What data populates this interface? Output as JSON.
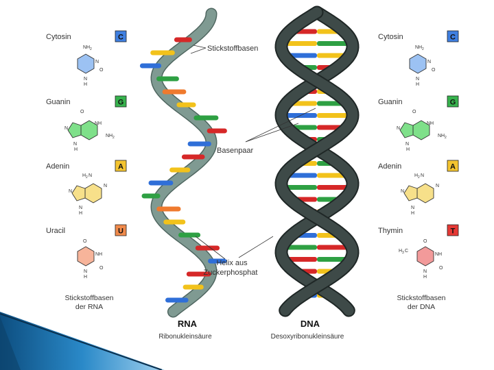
{
  "left_column": {
    "bases": [
      {
        "name": "Cytosin",
        "letter": "C",
        "color": "#3f7fe0",
        "atoms": [
          "NH",
          "2",
          "N",
          "O",
          "N",
          "H"
        ]
      },
      {
        "name": "Guanin",
        "letter": "G",
        "color": "#37b24d",
        "atoms": [
          "O",
          "NH",
          "NH",
          "2",
          "N",
          "N",
          "H"
        ]
      },
      {
        "name": "Adenin",
        "letter": "A",
        "color": "#f4c430",
        "atoms": [
          "H",
          "2",
          "N",
          "N",
          "N",
          "N",
          "H"
        ]
      },
      {
        "name": "Uracil",
        "letter": "U",
        "color": "#f08a4b",
        "atoms": [
          "O",
          "NH",
          "O",
          "N",
          "H"
        ]
      }
    ],
    "footer_line1": "Stickstoffbasen",
    "footer_line2": "der RNA"
  },
  "right_column": {
    "bases": [
      {
        "name": "Cytosin",
        "letter": "C",
        "color": "#3f7fe0",
        "atoms": [
          "NH",
          "2",
          "N",
          "O",
          "N",
          "H"
        ]
      },
      {
        "name": "Guanin",
        "letter": "G",
        "color": "#37b24d",
        "atoms": [
          "O",
          "NH",
          "NH",
          "2",
          "N",
          "N",
          "H"
        ]
      },
      {
        "name": "Adenin",
        "letter": "A",
        "color": "#f4c430",
        "atoms": [
          "H",
          "2",
          "N",
          "N",
          "N",
          "N",
          "H"
        ]
      },
      {
        "name": "Thymin",
        "letter": "T",
        "color": "#e53935",
        "atoms": [
          "H",
          "3",
          "C",
          "O",
          "NH",
          "O",
          "N",
          "H"
        ]
      }
    ],
    "footer_line1": "Stickstoffbasen",
    "footer_line2": "der DNA"
  },
  "annotations": {
    "stickstoffbasen": "Stickstoffbasen",
    "basenpaar": "Basenpaar",
    "helix_line1": "Helix aus",
    "helix_line2": "Zuckerphosphat"
  },
  "rna": {
    "title": "RNA",
    "subtitle": "Ribonukleinsäure"
  },
  "dna": {
    "title": "DNA",
    "subtitle": "Desoxyribonukleinsäure"
  },
  "colors": {
    "rna_backbone": "#7f9a92",
    "rna_backbone_edge": "#4f6660",
    "dna_backbone": "#3e4a48",
    "dna_backbone_edge": "#1f2726",
    "base_blue": "#2f6fd8",
    "base_green": "#2ea043",
    "base_yellow": "#f2c21b",
    "base_orange": "#ef7a2e",
    "base_red": "#d62828",
    "slide_accent": "#1f6fa8"
  }
}
